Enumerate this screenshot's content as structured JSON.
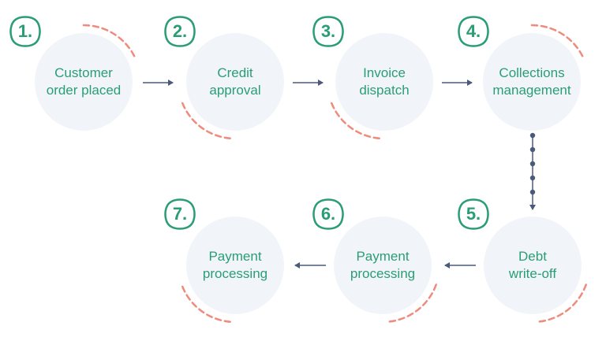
{
  "steps": [
    {
      "number": "1.",
      "line1": "Customer",
      "line2": "order placed"
    },
    {
      "number": "2.",
      "line1": "Credit",
      "line2": "approval"
    },
    {
      "number": "3.",
      "line1": "Invoice",
      "line2": "dispatch"
    },
    {
      "number": "4.",
      "line1": "Collections",
      "line2": "management"
    },
    {
      "number": "5.",
      "line1": "Debt",
      "line2": "write-off"
    },
    {
      "number": "6.",
      "line1": "Payment",
      "line2": "processing"
    },
    {
      "number": "7.",
      "line1": "Payment",
      "line2": "processing"
    }
  ],
  "colors": {
    "circle_fill": "#f1f5f9",
    "text_green": "#2a9d74",
    "badge_stroke": "#2a9d74",
    "arrow": "#4a5a7a",
    "accent_arc": "#ef8a7c"
  }
}
